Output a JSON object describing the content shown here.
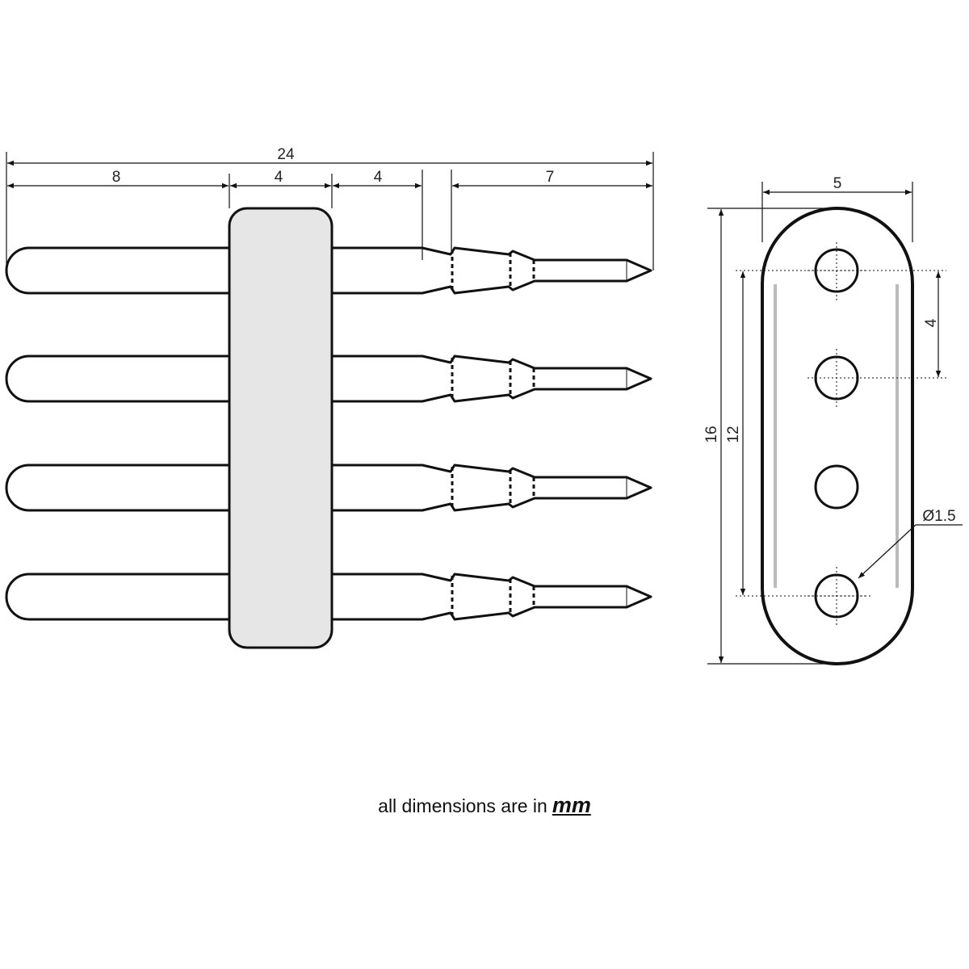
{
  "dimensions": {
    "overall_length": "24",
    "segment_1": "8",
    "segment_2": "4",
    "segment_3": "4",
    "segment_4": "7",
    "end_width": "5",
    "end_height": "16",
    "pin_span": "12",
    "pin_pitch": "4",
    "hole_diameter": "Ø1.5"
  },
  "caption": {
    "text": "all dimensions are in",
    "unit": "mm"
  },
  "colors": {
    "line": "#111111",
    "housing_fill": "#e6e6e6",
    "inner_guide": "#bbbbbb"
  }
}
